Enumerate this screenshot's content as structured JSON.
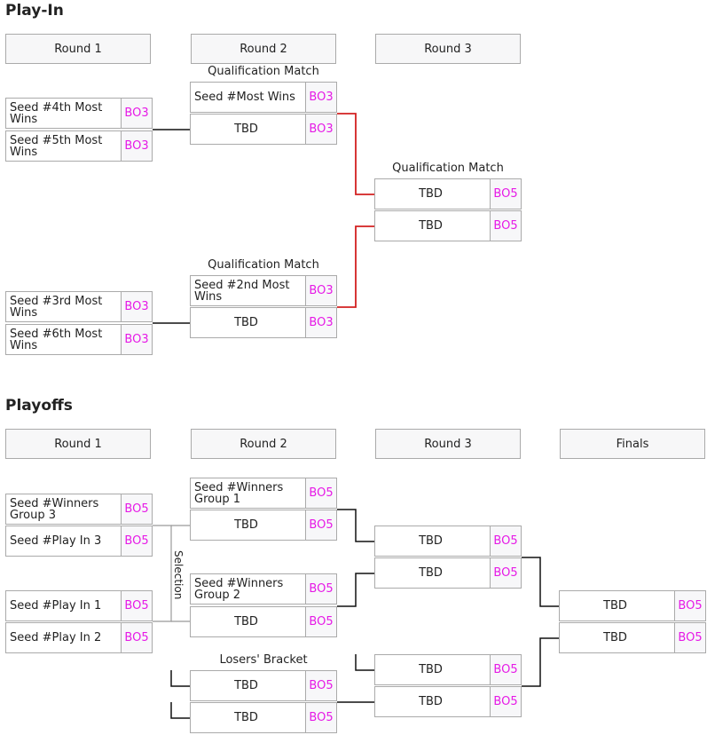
{
  "playin": {
    "title": "Play-In",
    "rounds": [
      "Round 1",
      "Round 2",
      "Round 3"
    ],
    "captions": {
      "qual_a": "Qualification Match",
      "qual_b": "Qualification Match",
      "qual_final": "Qualification Match"
    },
    "matches": {
      "r1m1": [
        {
          "name": "Seed #4th Most Wins",
          "score": "BO3"
        },
        {
          "name": "Seed #5th Most Wins",
          "score": "BO3"
        }
      ],
      "r1m2": [
        {
          "name": "Seed #3rd Most Wins",
          "score": "BO3"
        },
        {
          "name": "Seed #6th Most Wins",
          "score": "BO3"
        }
      ],
      "r2m1": [
        {
          "name": "Seed #Most Wins",
          "score": "BO3"
        },
        {
          "name": "TBD",
          "score": "BO3"
        }
      ],
      "r2m2": [
        {
          "name": "Seed #2nd Most Wins",
          "score": "BO3"
        },
        {
          "name": "TBD",
          "score": "BO3"
        }
      ],
      "r3m1": [
        {
          "name": "TBD",
          "score": "BO5"
        },
        {
          "name": "TBD",
          "score": "BO5"
        }
      ]
    }
  },
  "playoffs": {
    "title": "Playoffs",
    "rounds": [
      "Round 1",
      "Round 2",
      "Round 3",
      "Finals"
    ],
    "selection_label": "Selection",
    "losers_label": "Losers' Bracket",
    "matches": {
      "r1m1": [
        {
          "name": "Seed #Winners Group 3",
          "score": "BO5"
        },
        {
          "name": "Seed #Play In 3",
          "score": "BO5"
        }
      ],
      "r1m2": [
        {
          "name": "Seed #Play In 1",
          "score": "BO5"
        },
        {
          "name": "Seed #Play In 2",
          "score": "BO5"
        }
      ],
      "r2m1": [
        {
          "name": "Seed #Winners Group 1",
          "score": "BO5"
        },
        {
          "name": "TBD",
          "score": "BO5"
        }
      ],
      "r2m2": [
        {
          "name": "Seed #Winners Group 2",
          "score": "BO5"
        },
        {
          "name": "TBD",
          "score": "BO5"
        }
      ],
      "r2m3": [
        {
          "name": "TBD",
          "score": "BO5"
        },
        {
          "name": "TBD",
          "score": "BO5"
        }
      ],
      "r3m1": [
        {
          "name": "TBD",
          "score": "BO5"
        },
        {
          "name": "TBD",
          "score": "BO5"
        }
      ],
      "r3m2": [
        {
          "name": "TBD",
          "score": "BO5"
        },
        {
          "name": "TBD",
          "score": "BO5"
        }
      ],
      "finals": [
        {
          "name": "TBD",
          "score": "BO5"
        },
        {
          "name": "TBD",
          "score": "BO5"
        }
      ]
    }
  },
  "colors": {
    "score": "#e619e6",
    "highlight_line": "#d32020",
    "line": "#111111",
    "border": "#aaaaaa"
  }
}
